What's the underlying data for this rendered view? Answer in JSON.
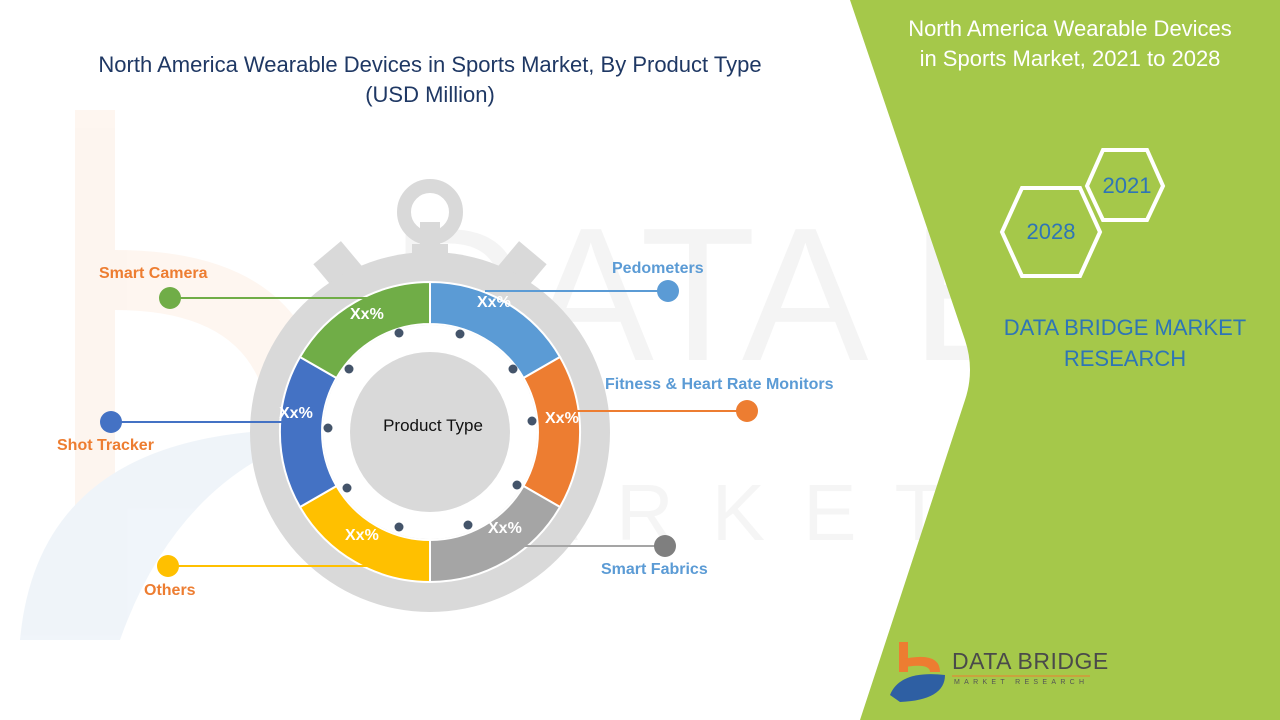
{
  "header": {
    "title_line1": "North America Wearable Devices in Sports Market, By Product Type",
    "title_line2": "(USD Million)"
  },
  "side_panel": {
    "title_line1": "North America Wearable Devices",
    "title_line2": "in Sports Market, 2021 to 2028",
    "hex_years": [
      "2021",
      "2028"
    ],
    "brand_line1": "DATA BRIDGE MARKET",
    "brand_line2": "RESEARCH",
    "logo_main": "DATA BRIDGE",
    "logo_sub": "MARKET RESEARCH",
    "background_color": "#a5c84a"
  },
  "diagram": {
    "center_label": "Product Type",
    "segments": [
      {
        "label": "Pedometers",
        "value": "Xx%",
        "color": "#5b9bd5",
        "label_color": "#5b9bd5"
      },
      {
        "label": "Fitness & Heart Rate Monitors",
        "value": "Xx%",
        "color": "#ed7d31",
        "label_color": "#5b9bd5"
      },
      {
        "label": "Smart Fabrics",
        "value": "Xx%",
        "color": "#a5a5a5",
        "label_color": "#5b9bd5"
      },
      {
        "label": "Others",
        "value": "Xx%",
        "color": "#ffc000",
        "label_color": "#ed7d31"
      },
      {
        "label": "Shot Tracker",
        "value": "Xx%",
        "color": "#4472c4",
        "label_color": "#ed7d31"
      },
      {
        "label": "Smart Camera",
        "value": "Xx%",
        "color": "#70ad47",
        "label_color": "#ed7d31"
      }
    ]
  },
  "chart_data": {
    "type": "pie",
    "title": "North America Wearable Devices in Sports Market, By Product Type (USD Million)",
    "center_label": "Product Type",
    "categories": [
      "Pedometers",
      "Fitness & Heart Rate Monitors",
      "Smart Fabrics",
      "Others",
      "Shot Tracker",
      "Smart Camera"
    ],
    "values": [
      "Xx%",
      "Xx%",
      "Xx%",
      "Xx%",
      "Xx%",
      "Xx%"
    ],
    "colors": [
      "#5b9bd5",
      "#ed7d31",
      "#a5a5a5",
      "#ffc000",
      "#4472c4",
      "#70ad47"
    ],
    "style": "donut (stopwatch graphic)",
    "period": "2021 to 2028"
  }
}
